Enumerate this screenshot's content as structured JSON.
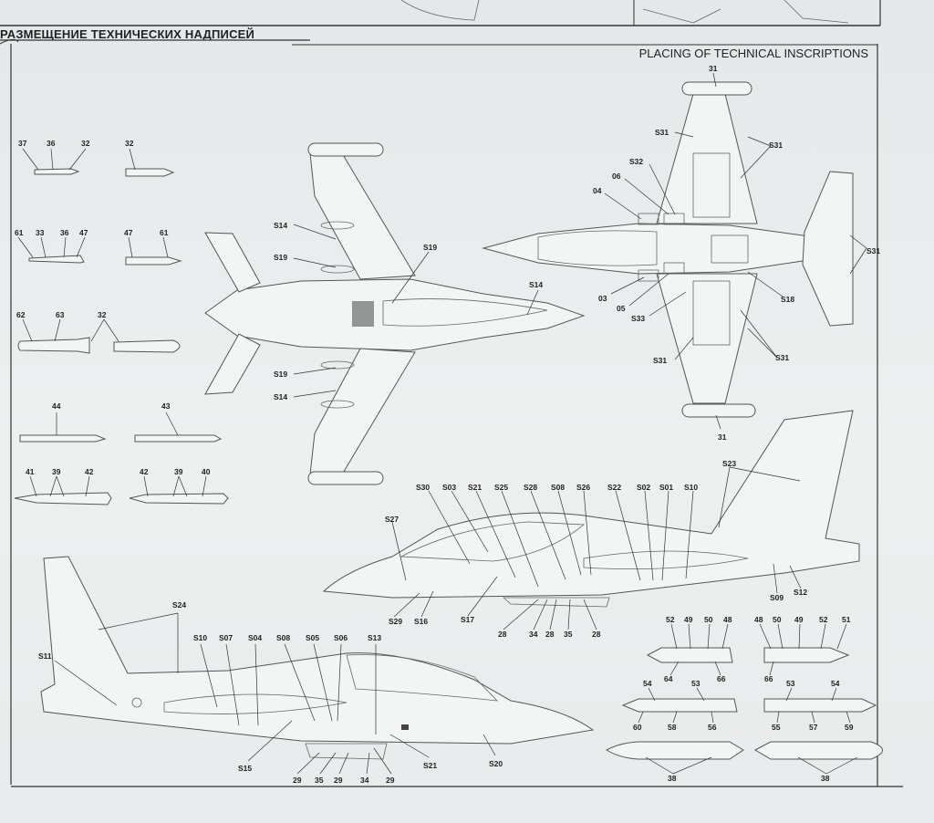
{
  "header": {
    "title_ru": "РАЗМЕЩЕНИЕ ТЕХНИЧЕСКИХ НАДПИСЕЙ",
    "title_en": "PLACING OF TECHNICAL INSCRIPTIONS"
  },
  "stores_labels": {
    "row1": [
      "37",
      "36",
      "32",
      "32"
    ],
    "row2": [
      "61",
      "33",
      "36",
      "47",
      "47",
      "61"
    ],
    "row3": [
      "62",
      "63",
      "32"
    ],
    "row4": [
      "44",
      "43"
    ],
    "row5": [
      "41",
      "39",
      "42",
      "42",
      "39",
      "40"
    ]
  },
  "top_view_labels": [
    "S14",
    "S19",
    "S19",
    "S14",
    "S19",
    "S14"
  ],
  "bottom_view_labels": [
    "31",
    "S31",
    "S31",
    "S32",
    "06",
    "04",
    "S31",
    "S18",
    "03",
    "05",
    "S33",
    "S31",
    "S31",
    "31"
  ],
  "right_side_labels": [
    "S23",
    "S30",
    "S03",
    "S21",
    "S25",
    "S28",
    "S08",
    "S26",
    "S22",
    "S02",
    "S01",
    "S10",
    "S27",
    "S29",
    "S16",
    "S17",
    "28",
    "34",
    "28",
    "35",
    "28",
    "S09",
    "S12"
  ],
  "left_side_labels": [
    "S24",
    "S11",
    "S10",
    "S07",
    "S04",
    "S08",
    "S05",
    "S06",
    "S13",
    "S15",
    "29",
    "35",
    "29",
    "34",
    "29",
    "S21",
    "S20"
  ],
  "tanks_labels": [
    "52",
    "49",
    "50",
    "48",
    "64",
    "66",
    "48",
    "50",
    "49",
    "52",
    "51",
    "66",
    "54",
    "53",
    "60",
    "58",
    "56",
    "53",
    "54",
    "55",
    "57",
    "59",
    "38",
    "38"
  ]
}
